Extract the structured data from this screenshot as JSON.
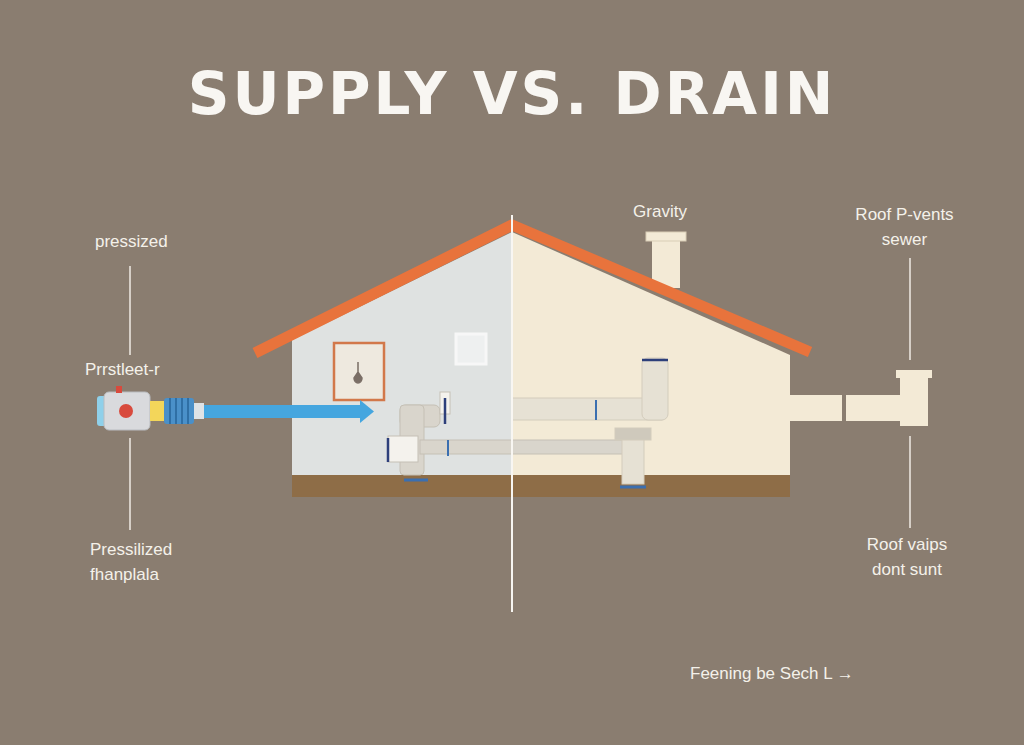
{
  "diagram": {
    "title": "SUPPLY VS. DRAIN",
    "labels": [
      "pressized",
      "Prrstleet-r",
      "Pressilized fhanplala",
      "Gravity",
      "Roof P-vents sewer",
      "Roof vaips dont sunt",
      "Feening be Sech L →"
    ]
  }
}
